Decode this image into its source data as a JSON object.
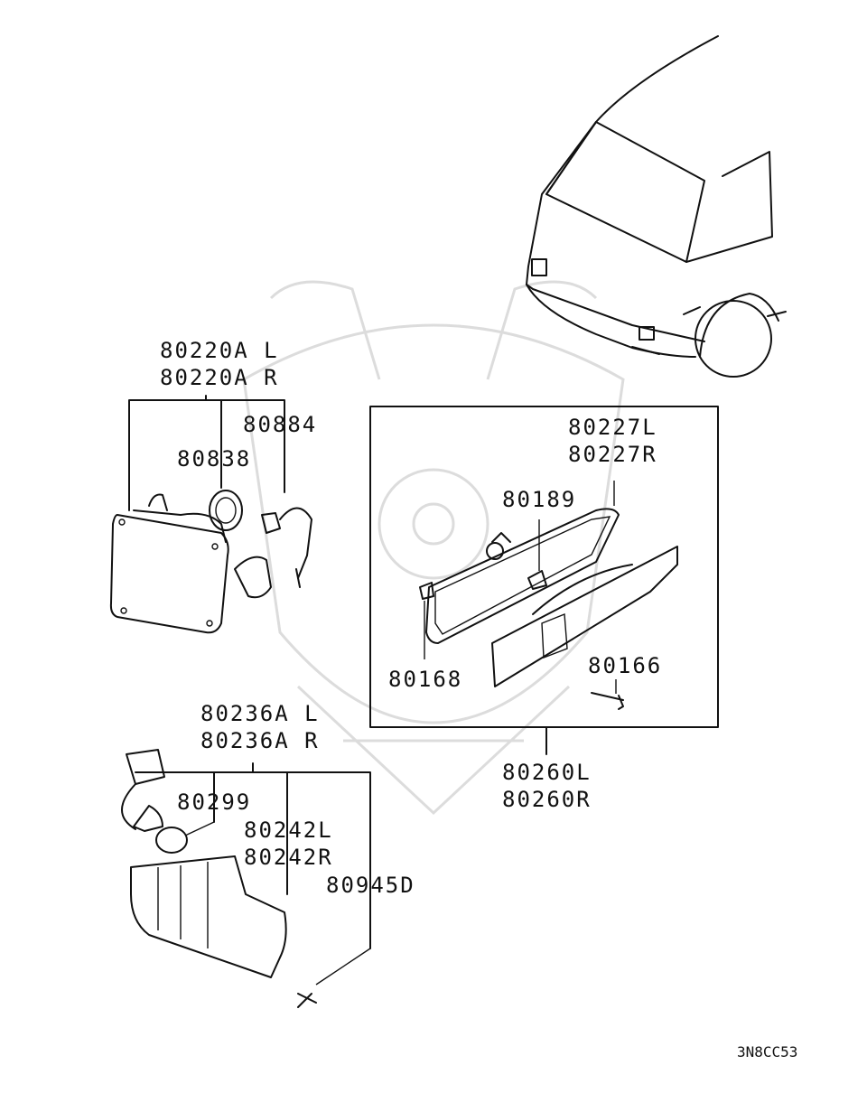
{
  "labels": {
    "headlamp": [
      "80220A L",
      "80220A R"
    ],
    "socket_headlamp": "80884",
    "ring": "80838",
    "side_marker_lens": [
      "80227L",
      "80227R"
    ],
    "socket_marker": "80189",
    "clip": "80168",
    "screw_marker": "80166",
    "side_marker_assy": [
      "80260L",
      "80260R"
    ],
    "turn_lamp": [
      "80236A L",
      "80236A R"
    ],
    "bulb": "80299",
    "turn_lens": [
      "80242L",
      "80242R"
    ],
    "tapping_screw": "80945D"
  },
  "diagram_code": "3N8CC53"
}
